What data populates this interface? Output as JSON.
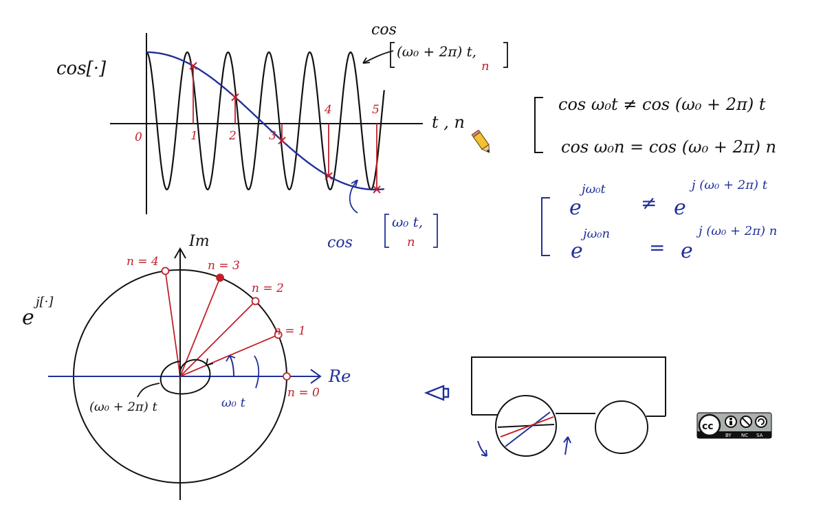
{
  "plot": {
    "ylabel": "cos[·]",
    "xlabel": "t , n",
    "ticks": [
      "0",
      "1",
      "2",
      "3",
      "4",
      "5"
    ],
    "fast_label_top": "cos",
    "fast_label_arg": "(ω₀ + 2π) t,",
    "fast_label_n": "n",
    "slow_label_cos": "cos",
    "slow_label_arg": "ω₀ t,",
    "slow_label_n": "n"
  },
  "equations": {
    "cos_continuous": "cos ω₀t ≠ cos (ω₀ + 2π) t",
    "cos_discrete": "cos ω₀n = cos (ω₀ + 2π) n",
    "exp_cont_lhs_base": "e",
    "exp_cont_lhs_exp": "jω₀t",
    "exp_cont_op": "≠",
    "exp_cont_rhs_base": "e",
    "exp_cont_rhs_exp": "j (ω₀ + 2π) t",
    "exp_disc_lhs_base": "e",
    "exp_disc_lhs_exp": "jω₀n",
    "exp_disc_op": "=",
    "exp_disc_rhs_base": "e",
    "exp_disc_rhs_exp": "j (ω₀ + 2π) n"
  },
  "circle": {
    "func_base": "e",
    "func_exp": "j[·]",
    "im_label": "Im",
    "re_label": "Re",
    "points": [
      "n = 0",
      "n = 1",
      "n = 2",
      "n = 3",
      "n = 4"
    ],
    "angle_label": "ω₀ t",
    "wrap_label": "(ω₀ + 2π) t"
  },
  "wagon": {
    "arrow": "⇦"
  },
  "license": {
    "cc": "cc",
    "by": "BY",
    "nc": "NC",
    "sa": "SA"
  },
  "colors": {
    "ink": "#111111",
    "blue": "#1f2f9a",
    "red": "#c0202a"
  }
}
